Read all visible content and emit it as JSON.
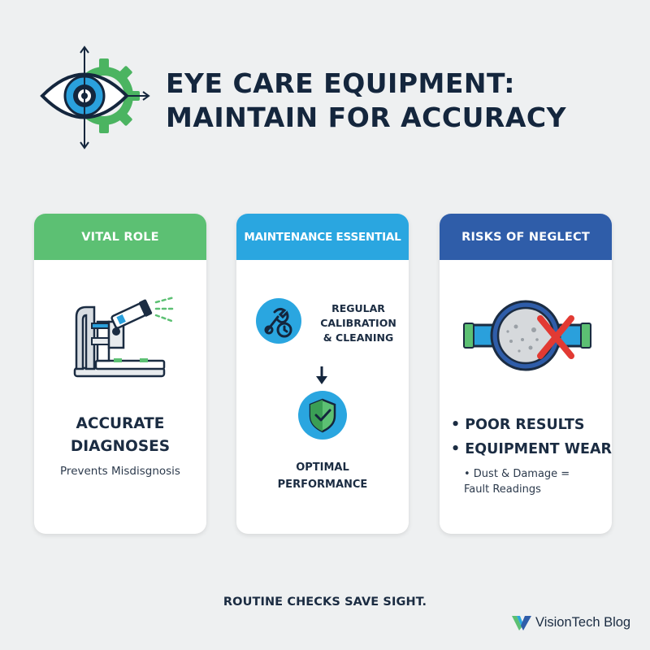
{
  "title": {
    "line1": "EYE CARE EQUIPMENT:",
    "line2": "MAINTAIN FOR ACCURACY"
  },
  "cards": [
    {
      "header": "VITAL ROLE",
      "color": "#5cc073",
      "icon": "slit-lamp-microscope-icon",
      "heading_line1": "ACCURATE",
      "heading_line2": "DIAGNOSES",
      "sub": "Prevents Misdisgnosis"
    },
    {
      "header": "MAINTENANCE ESSENTIAL",
      "color": "#2aa6e0",
      "icon": "wrench-clock-icon",
      "step1_line1": "REGULAR",
      "step1_line2": "CALIBRATION",
      "step1_line3": "& CLEANING",
      "step2_icon": "shield-check-icon",
      "step2_line1": "OPTIMAL",
      "step2_line2": "PERFORMANCE"
    },
    {
      "header": "RISKS OF NEGLECT",
      "color": "#2f5da9",
      "icon": "dirty-lens-x-icon",
      "bullets": [
        "• POOR RESULTS",
        "• EQUIPMENT WEAR"
      ],
      "note_line1": "• Dust & Damage =",
      "note_line2": "Fault Readings"
    }
  ],
  "footer": "ROUTINE CHECKS SAVE SIGHT.",
  "brand": "VisionTech Blog",
  "colors": {
    "background": "#eef0f1",
    "navy": "#1b2c42",
    "green": "#5cc073",
    "blue": "#2aa6e0",
    "dark_blue": "#2f5da9",
    "red": "#e23a33"
  }
}
